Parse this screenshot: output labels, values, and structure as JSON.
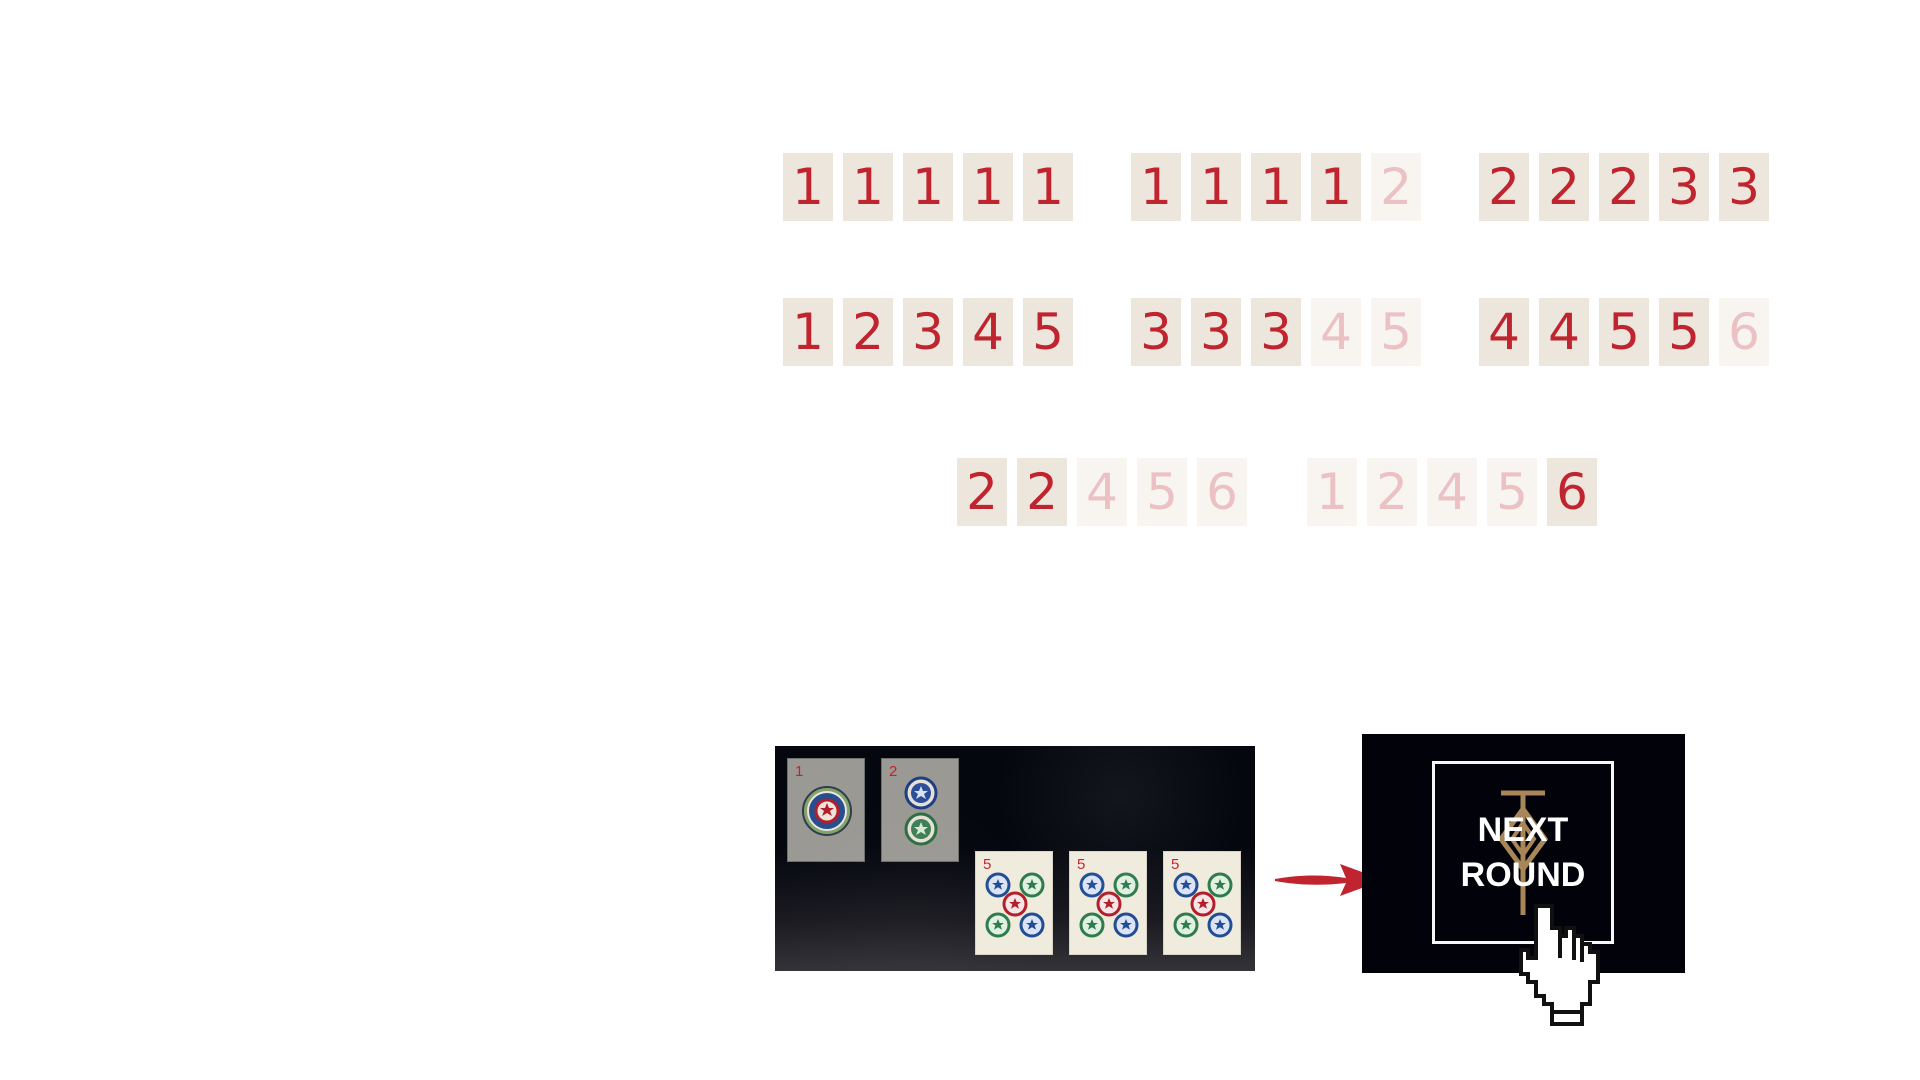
{
  "tile_rows": [
    {
      "groups": [
        {
          "tiles": [
            {
              "text": "1",
              "faded": false
            },
            {
              "text": "1",
              "faded": false
            },
            {
              "text": "1",
              "faded": false
            },
            {
              "text": "1",
              "faded": false
            },
            {
              "text": "1",
              "faded": false
            }
          ]
        },
        {
          "tiles": [
            {
              "text": "1",
              "faded": false
            },
            {
              "text": "1",
              "faded": false
            },
            {
              "text": "1",
              "faded": false
            },
            {
              "text": "1",
              "faded": false
            },
            {
              "text": "2",
              "faded": true
            }
          ]
        },
        {
          "tiles": [
            {
              "text": "2",
              "faded": false
            },
            {
              "text": "2",
              "faded": false
            },
            {
              "text": "2",
              "faded": false
            },
            {
              "text": "3",
              "faded": false
            },
            {
              "text": "3",
              "faded": false
            }
          ]
        }
      ]
    },
    {
      "groups": [
        {
          "tiles": [
            {
              "text": "1",
              "faded": false
            },
            {
              "text": "2",
              "faded": false
            },
            {
              "text": "3",
              "faded": false
            },
            {
              "text": "4",
              "faded": false
            },
            {
              "text": "5",
              "faded": false
            }
          ]
        },
        {
          "tiles": [
            {
              "text": "3",
              "faded": false
            },
            {
              "text": "3",
              "faded": false
            },
            {
              "text": "3",
              "faded": false
            },
            {
              "text": "4",
              "faded": true
            },
            {
              "text": "5",
              "faded": true
            }
          ]
        },
        {
          "tiles": [
            {
              "text": "4",
              "faded": false
            },
            {
              "text": "4",
              "faded": false
            },
            {
              "text": "5",
              "faded": false
            },
            {
              "text": "5",
              "faded": false
            },
            {
              "text": "6",
              "faded": true
            }
          ]
        }
      ]
    },
    {
      "groups": [
        {
          "tiles": [
            {
              "text": "2",
              "faded": false
            },
            {
              "text": "2",
              "faded": false
            },
            {
              "text": "4",
              "faded": true
            },
            {
              "text": "5",
              "faded": true
            },
            {
              "text": "6",
              "faded": true
            }
          ]
        },
        {
          "tiles": [
            {
              "text": "1",
              "faded": true
            },
            {
              "text": "2",
              "faded": true
            },
            {
              "text": "4",
              "faded": true
            },
            {
              "text": "5",
              "faded": true
            },
            {
              "text": "6",
              "faded": false
            }
          ]
        }
      ]
    }
  ],
  "board": {
    "dora_tiles": [
      {
        "number": "1",
        "icon": "one-circle-pin-icon"
      },
      {
        "number": "2",
        "icon": "two-circle-pin-icon"
      }
    ],
    "pin_tiles": [
      {
        "number": "5",
        "icon": "five-circle-pin-icon"
      },
      {
        "number": "5",
        "icon": "five-circle-pin-icon"
      },
      {
        "number": "5",
        "icon": "five-circle-pin-icon"
      }
    ]
  },
  "next_round": {
    "label": "NEXT\nROUND",
    "icon": "hand-pointer-icon"
  },
  "colors": {
    "tile_red": "#c0242e",
    "tile_bg": "#ece6dc",
    "tile_faded_bg": "#f8f5f1",
    "tile_faded_text": "#ebc1c4",
    "board_dark": "#05070f",
    "arrow_red": "#c0242e"
  }
}
